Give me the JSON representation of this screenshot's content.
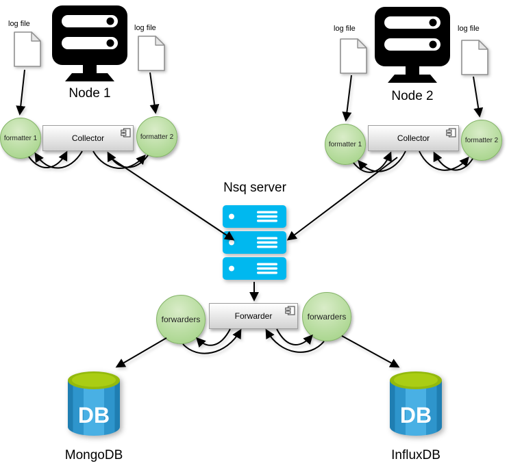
{
  "diagram": {
    "node1": {
      "label": "Node 1",
      "log_file_left_label": "log file",
      "log_file_right_label": "log file",
      "formatter1_label": "formatter 1",
      "formatter2_label": "formatter 2",
      "collector_label": "Collector"
    },
    "node2": {
      "label": "Node 2",
      "log_file_left_label": "log file",
      "log_file_right_label": "log file",
      "formatter1_label": "formatter 1",
      "formatter2_label": "formatter 2",
      "collector_label": "Collector"
    },
    "nsq_server": {
      "label": "Nsq server"
    },
    "forwarder": {
      "label": "Forwarder",
      "left_circle_label": "forwarders",
      "right_circle_label": "forwarders"
    },
    "databases": {
      "mongodb": {
        "icon_text": "DB",
        "label": "MongoDB"
      },
      "influxdb": {
        "icon_text": "DB",
        "label": "InfluxDB"
      }
    },
    "colors": {
      "circle_fill": "#d9ecc8",
      "circle_fill_dark": "#9ed080",
      "circle_stroke": "#82b366",
      "nsq_fill": "#00b8ef",
      "arrow_color": "#000000"
    }
  }
}
